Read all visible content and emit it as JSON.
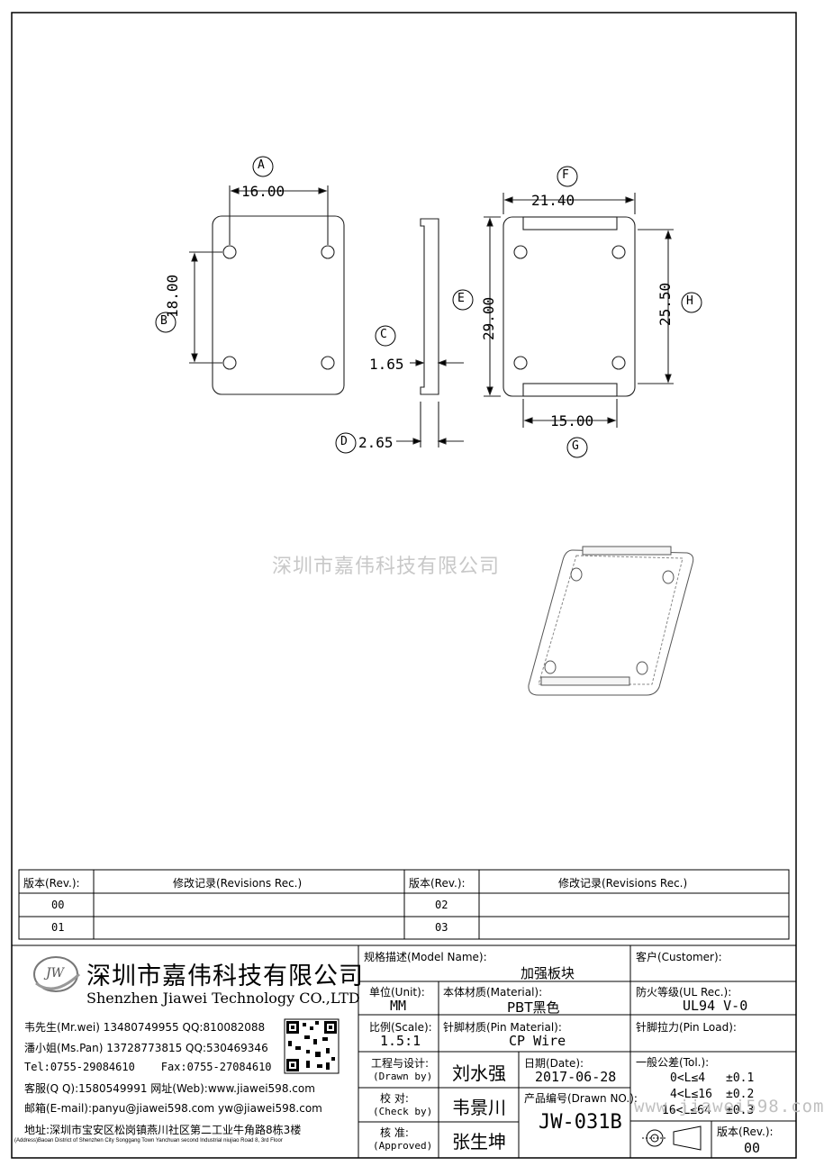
{
  "drawing": {
    "dims": {
      "A": {
        "label": "A",
        "value": "16.00"
      },
      "B": {
        "label": "B",
        "value": "18.00"
      },
      "C": {
        "label": "C",
        "value": "1.65"
      },
      "D": {
        "label": "D",
        "value": "2.65"
      },
      "E": {
        "label": "E",
        "value": "29.00"
      },
      "F": {
        "label": "F",
        "value": "21.40"
      },
      "G": {
        "label": "G",
        "value": "15.00"
      },
      "H": {
        "label": "H",
        "value": "25.50"
      }
    },
    "watermark": "深圳市嘉伟科技有限公司"
  },
  "revisions": {
    "header": {
      "rev": "版本(Rev.):",
      "rec": "修改记录(Revisions Rec.)"
    },
    "rows": [
      [
        "00",
        "02"
      ],
      [
        "01",
        "03"
      ]
    ]
  },
  "company": {
    "logo_text": "JW",
    "name_cn": "深圳市嘉伟科技有限公司",
    "name_en": "Shenzhen Jiawei Technology CO.,LTD",
    "contacts": [
      "韦先生(Mr.wei) 13480749955 QQ:810082088",
      "潘小姐(Ms.Pan) 13728773815 QQ:530469346",
      "Tel:0755-29084610    Fax:0755-27084610",
      "客服(Q Q):1580549991  网址(Web):www.jiawei598.com",
      "邮箱(E-mail):panyu@jiawei598.com  yw@jiawei598.com"
    ],
    "address": "地址:深圳市宝安区松岗镇燕川社区第二工业牛角路8栋3楼",
    "address_en": "(Address)Baoan District of Shenzhen City Songgang Town Yanchuan  second Industrial niujiao Road 8, 3rd Floor"
  },
  "title_block": {
    "model_label": "规格描述(Model Name):",
    "model_value": "加强板块",
    "customer_label": "客户(Customer):",
    "unit_label": "单位(Unit):",
    "unit_value": "MM",
    "material_label": "本体材质(Material):",
    "material_value": "PBT黑色",
    "ul_label": "防火等级(UL Rec.):",
    "ul_value": "UL94 V-0",
    "scale_label": "比例(Scale):",
    "scale_value": "1.5:1",
    "pin_material_label": "针脚材质(Pin Material):",
    "pin_material_value": "CP Wire",
    "pin_load_label": "针脚拉力(Pin Load):",
    "drawn_label": "工程与设计:",
    "drawn_label_en": "(Drawn by)",
    "drawn_value": "刘水强",
    "date_label": "日期(Date):",
    "date_value": "2017-06-28",
    "check_label": "校  对:",
    "check_label_en": "(Check by)",
    "check_value": "韦景川",
    "drawing_no_label": "产品编号(Drawn NO.):",
    "drawing_no_value": "JW-031B",
    "approved_label": "核  准:",
    "approved_label_en": "(Approved)",
    "approved_value": "张生坤",
    "tol_label": "一般公差(Tol.):",
    "tol_rows": [
      {
        "range": "0<L≤4",
        "value": "±0.1"
      },
      {
        "range": "4<L≤16",
        "value": "±0.2"
      },
      {
        "range": "16<L≤64",
        "value": "±0.3"
      }
    ],
    "rev_label": "版本(Rev.):",
    "rev_value": "00",
    "web_watermark": "www.jiawei598.com"
  }
}
